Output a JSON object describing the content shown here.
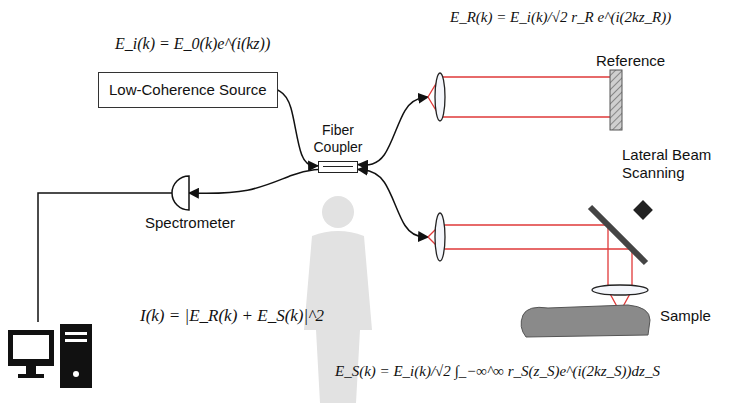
{
  "diagram": {
    "nodes": [
      {
        "text": [
          "Low-Coherence Source"
        ]
      },
      {
        "text": [
          "Fiber Coupler"
        ]
      },
      {
        "text": [
          "Spectrometer"
        ]
      },
      {
        "text": [
          "Reference"
        ]
      },
      {
        "text": [
          "Sample"
        ]
      }
    ],
    "edges": [
      {
        "from": 0,
        "to": 1,
        "arrow": "to"
      },
      {
        "from": 1,
        "to": 2,
        "arrow": "to"
      },
      {
        "from": 1,
        "to": 3,
        "arrow": "both"
      },
      {
        "from": 1,
        "to": 4,
        "arrow": "both"
      }
    ],
    "labels": [
      "E_i(k) = E_0(k)e^(i(kz))",
      "E_R(k) = E_i(k)/√2 r_R e^(i(2kz_R))",
      "Lateral Beam Scanning",
      "I(k) = |E_R(k) + E_S(k)|^2",
      "E_S(k) = E_i(k)/√2 ∫_−∞^∞ r_S(z_S)e^(i(2kz_S))dz_S"
    ]
  }
}
